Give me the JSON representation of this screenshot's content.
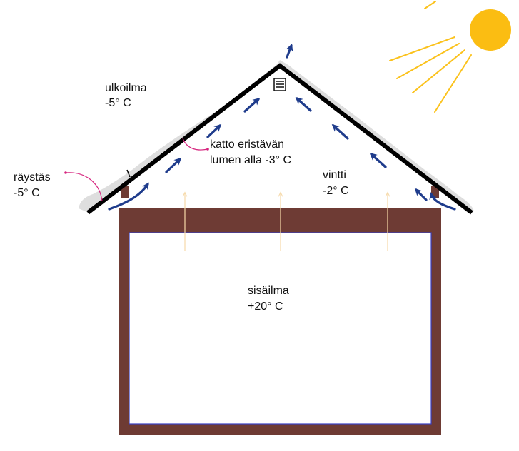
{
  "labels": {
    "outdoor_air": [
      "ulkoilma",
      "-5° C"
    ],
    "eaves": [
      "räystäs",
      "-5° C"
    ],
    "roof_under_snow": [
      "katto eristävän",
      "lumen alla -3° C"
    ],
    "attic": [
      "vintti",
      "-2° C"
    ],
    "indoor_air": [
      "sisäilma",
      "+20° C"
    ]
  },
  "colors": {
    "wall": "#6e3b34",
    "room_border": "#3a3fc4",
    "roof": "#000000",
    "snow": "#dedede",
    "airflow_arrow": "#1f3c8c",
    "heat_arrow": "#f6d9a8",
    "sun": "#fbbd12",
    "sun_ray": "#fbc21c",
    "pointer": "#d6247e"
  },
  "icons": {
    "sun": "sun-icon",
    "ridge_vent": "vent-grille-icon"
  }
}
